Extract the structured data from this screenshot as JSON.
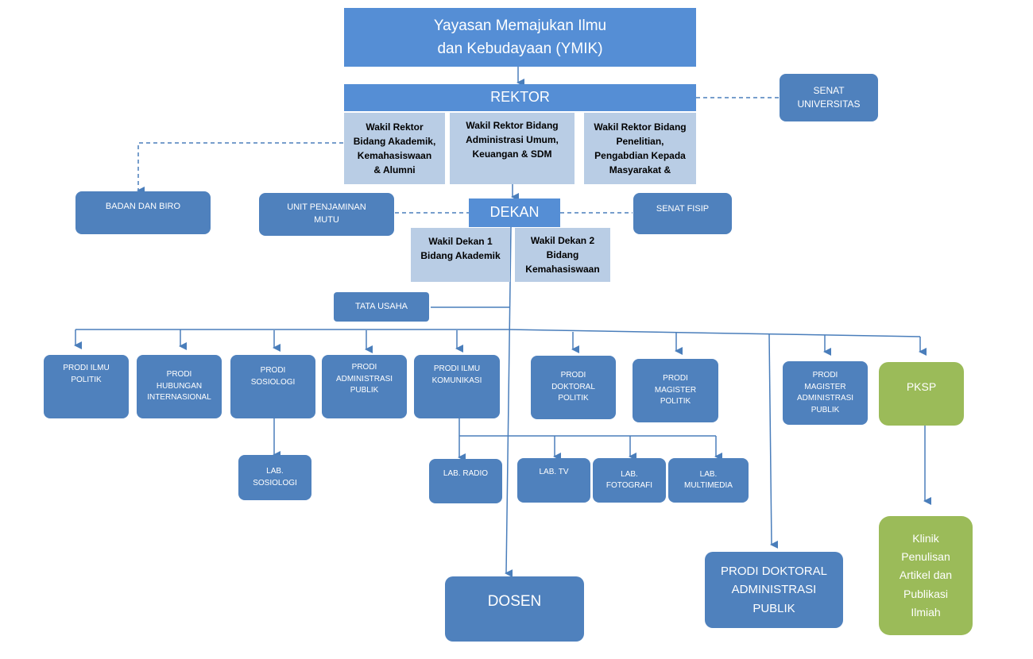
{
  "yayasan": "Yayasan Memajukan Ilmu\ndan Kebudayaan (YMIK)",
  "rektor": "REKTOR",
  "senat_universitas": "SENAT\nUNIVERSITAS",
  "wakil_rektor": [
    "Wakil Rektor\nBidang Akademik,\nKemahasiswaan\n& Alumni",
    "Wakil Rektor Bidang\nAdministrasi Umum,\nKeuangan & SDM",
    "Wakil Rektor Bidang\nPenelitian,\nPengabdian Kepada\nMasyarakat &"
  ],
  "badan_biro": "BADAN DAN BIRO",
  "unit_penjaminan_mutu": "UNIT PENJAMINAN\nMUTU",
  "dekan": "DEKAN",
  "senat_fisip": "SENAT FISIP",
  "wakil_dekan_1": "Wakil Dekan 1\nBidang Akademik",
  "wakil_dekan_2": "Wakil Dekan 2\nBidang\nKemahasiswaan",
  "tata_usaha": "TATA USAHA",
  "prodi": {
    "ilmu_politik": "PRODI ILMU\nPOLITIK",
    "hubungan_internasional": "PRODI\nHUBUNGAN\nINTERNASIONAL",
    "sosiologi": "PRODI\nSOSIOLOGI",
    "administrasi_publik": "PRODI\nADMINISTRASI\nPUBLIK",
    "ilmu_komunikasi": "PRODI ILMU\nKOMUNIKASI",
    "doktoral_politik": "PRODI\nDOKTORAL\nPOLITIK",
    "magister_politik": "PRODI\nMAGISTER\nPOLITIK",
    "magister_administrasi_publik": "PRODI\nMAGISTER\nADMINISTRASI\nPUBLIK",
    "doktoral_administrasi_publik": "PRODI DOKTORAL\nADMINISTRASI\nPUBLIK"
  },
  "pksp": "PKSP",
  "labs": {
    "sosiologi": "LAB.\nSOSIOLOGI",
    "radio": "LAB. RADIO",
    "tv": "LAB. TV",
    "fotografi": "LAB.\nFOTOGRAFI",
    "multimedia": "LAB.\nMULTIMEDIA"
  },
  "dosen": "DOSEN",
  "klinik": "Klinik\nPenulisan\nArtikel dan\nPublikasi\nIlmiah",
  "colors": {
    "header_blue": "#558ed5",
    "box_blue": "#4f81bd",
    "light_blue": "#b9cde5",
    "green": "#9bbb59",
    "line": "#4a7ebb"
  }
}
